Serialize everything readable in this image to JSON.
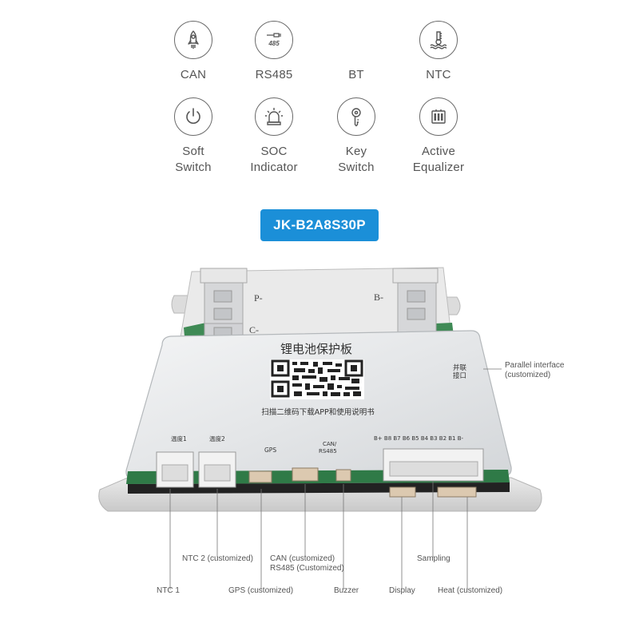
{
  "features": [
    {
      "label_lines": [
        "CAN"
      ],
      "icon": "rocket-icon"
    },
    {
      "label_lines": [
        "RS485"
      ],
      "icon": "rs485-icon"
    },
    {
      "label_lines": [
        "BT"
      ],
      "icon": "bluetooth-icon"
    },
    {
      "label_lines": [
        "NTC"
      ],
      "icon": "thermometer-icon"
    },
    {
      "label_lines": [
        "Soft",
        "Switch"
      ],
      "icon": "power-icon"
    },
    {
      "label_lines": [
        "SOC",
        "Indicator"
      ],
      "icon": "alarm-light-icon"
    },
    {
      "label_lines": [
        "Key",
        "Switch"
      ],
      "icon": "key-icon"
    },
    {
      "label_lines": [
        "Active",
        "Equalizer"
      ],
      "icon": "battery-icon"
    }
  ],
  "rs485_icon_text": "485",
  "model": "JK-B2A8S30P",
  "board": {
    "title": "锂电池保护板",
    "subtitle": "扫描二维码下载APP和使用说明书",
    "terminal_p": "P-",
    "terminal_b": "B-",
    "terminal_c": "C-",
    "parallel_port_lines": [
      "并联",
      "接口"
    ],
    "ntc1_port": "温度1",
    "ntc2_port": "温度2",
    "gps_port": "GPS",
    "can_port_lines": [
      "CAN/",
      "RS485"
    ],
    "sampling_pins": "B+ B8 B7 B6 B5 B4 B3 B2 B1 B-"
  },
  "callouts": {
    "parallel_lines": [
      "Parallel interface",
      "(customized)"
    ],
    "ntc2": "NTC 2 (customized)",
    "can_lines": [
      "CAN (customized)",
      "RS485 (Customized)"
    ],
    "sampling": "Sampling",
    "ntc1": "NTC 1",
    "gps": "GPS (customized)",
    "buzzer": "Buzzer",
    "display": "Display",
    "heat": "Heat (customized)"
  }
}
